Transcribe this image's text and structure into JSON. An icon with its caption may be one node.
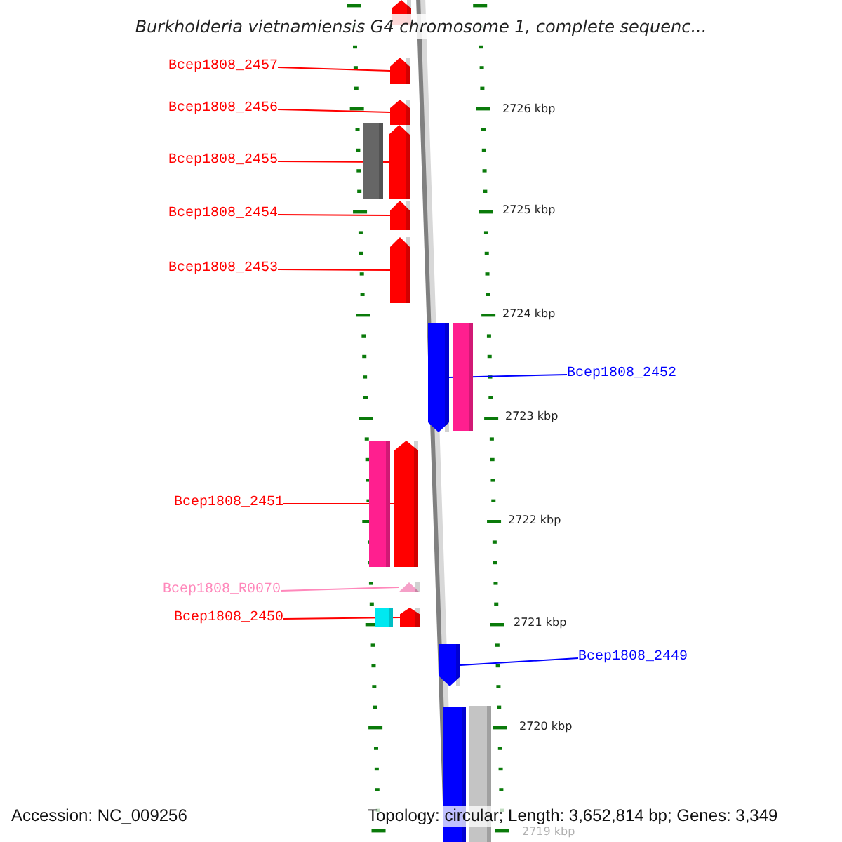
{
  "diagram": {
    "title": "Burkholderia vietnamiensis G4 chromosome 1, complete sequenc...",
    "nodes": [
      {
        "text": [
          "Bcep1808_2457"
        ]
      },
      {
        "text": [
          "Bcep1808_2456"
        ]
      },
      {
        "text": [
          "Bcep1808_2455"
        ]
      },
      {
        "text": [
          "Bcep1808_2454"
        ]
      },
      {
        "text": [
          "Bcep1808_2453"
        ]
      },
      {
        "text": [
          "Bcep1808_2452"
        ]
      },
      {
        "text": [
          "Bcep1808_2451"
        ]
      },
      {
        "text": [
          "Bcep1808_R0070"
        ]
      },
      {
        "text": [
          "Bcep1808_2450"
        ]
      },
      {
        "text": [
          "Bcep1808_2449"
        ]
      },
      {
        "text": [],
        "shape": "bar"
      },
      {
        "text": [],
        "shape": "bar"
      },
      {
        "text": [],
        "shape": "bar"
      },
      {
        "text": [],
        "shape": "bar"
      },
      {
        "text": [],
        "shape": "bar"
      },
      {
        "text": [],
        "shape": "bar"
      },
      {
        "text": [],
        "shape": "bar"
      },
      {
        "text": [],
        "shape": "bar"
      },
      {
        "text": [],
        "shape": "bar"
      },
      {
        "text": [],
        "shape": "bar"
      },
      {
        "text": [],
        "shape": "bar"
      },
      {
        "text": [],
        "shape": "bar"
      },
      {
        "text": [],
        "shape": "bar"
      },
      {
        "text": [],
        "shape": "bar"
      },
      {
        "text": [],
        "shape": "bar"
      },
      {
        "text": [],
        "shape": "bar"
      },
      {
        "text": [],
        "shape": "bar"
      }
    ],
    "edges": [
      {
        "from": 0,
        "to": 10,
        "arrow": "none"
      },
      {
        "from": 1,
        "to": 11,
        "arrow": "none"
      },
      {
        "from": 2,
        "to": 12,
        "arrow": "none"
      },
      {
        "from": 3,
        "to": 13,
        "arrow": "none"
      },
      {
        "from": 4,
        "to": 14,
        "arrow": "none"
      },
      {
        "from": 5,
        "to": 15,
        "arrow": "none",
        "color": "#0000ff"
      },
      {
        "from": 6,
        "to": 16,
        "arrow": "none"
      },
      {
        "from": 7,
        "to": 17,
        "arrow": "none",
        "color": "#ff88bb"
      },
      {
        "from": 8,
        "to": 18,
        "arrow": "none"
      },
      {
        "from": 9,
        "to": 19,
        "arrow": "none",
        "color": "#0000ff"
      }
    ],
    "labels": [
      "2726 kbp",
      "2725 kbp",
      "2724 kbp",
      "2723 kbp",
      "2722 kbp",
      "2721 kbp",
      "2720 kbp",
      "2719 kbp",
      "Accession: NC_009256",
      "Topology: circular; Length: 3,652,814 bp; Genes: 3,349"
    ]
  }
}
